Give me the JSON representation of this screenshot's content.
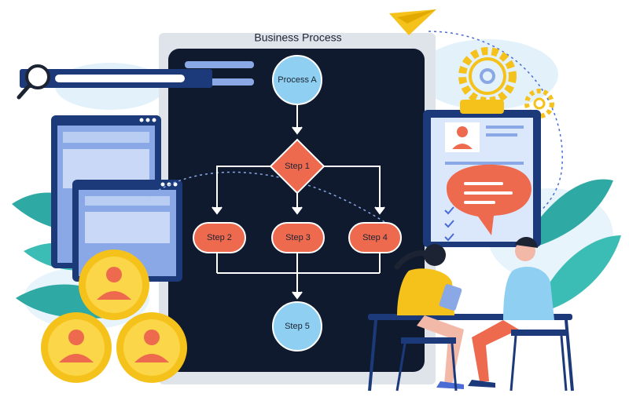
{
  "diagram": {
    "title": "Business Process",
    "nodes": {
      "process_a": "Process A",
      "step1": "Step 1",
      "step2": "Step 2",
      "step3": "Step 3",
      "step4": "Step 4",
      "step5": "Step 5"
    }
  },
  "colors": {
    "board": "#0f1a2e",
    "node_blue": "#8fd0f2",
    "node_orange": "#ee6a4e",
    "accent_yellow": "#f5c21b",
    "card_blue": "#8aa7e6",
    "leaf_teal": "#2fa9a3",
    "line_white": "#ffffff"
  },
  "icons": [
    "magnifier-icon",
    "paper-plane-icon",
    "gear-icon",
    "clipboard-icon",
    "avatar-icon",
    "speech-bubble-icon",
    "checkmark-icon",
    "browser-window-icon"
  ]
}
